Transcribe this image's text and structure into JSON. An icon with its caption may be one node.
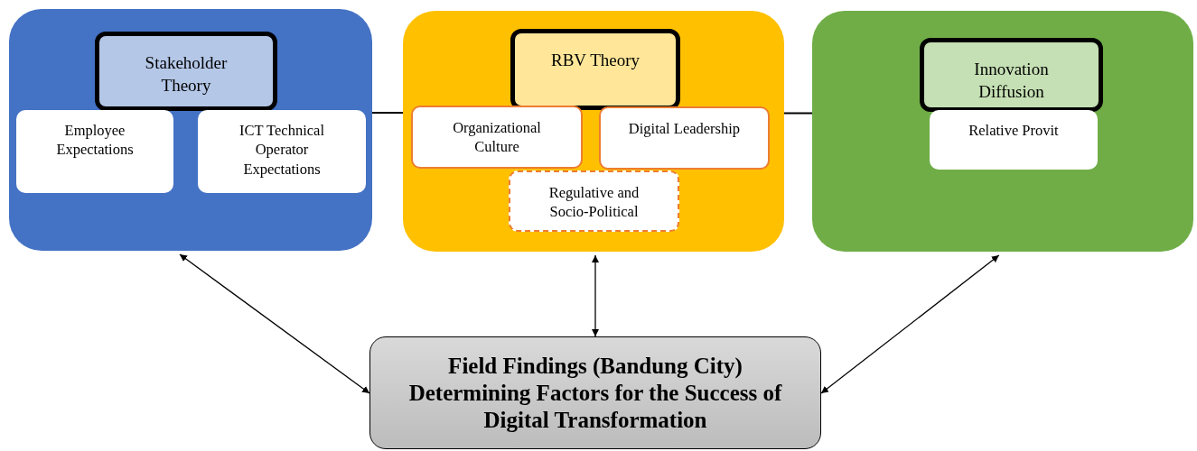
{
  "diagram": {
    "nodes": [
      {
        "text": [],
        "shape": "box"
      },
      {
        "text": [
          "Stakeholder Theory"
        ],
        "in": 0
      },
      {
        "text": [
          "Employee Expectations"
        ],
        "in": 0
      },
      {
        "text": [
          "ICT Technical Operator Expectations"
        ],
        "in": 0
      },
      {
        "text": [],
        "shape": "box"
      },
      {
        "text": [
          "RBV Theory"
        ],
        "in": 4
      },
      {
        "text": [
          "Organizational Culture"
        ],
        "in": 4
      },
      {
        "text": [
          "Digital Leadership"
        ],
        "in": 4
      },
      {
        "text": [
          "Regulative and Socio-Political"
        ],
        "in": 4
      },
      {
        "text": [],
        "shape": "box"
      },
      {
        "text": [
          "Innovation Diffusion"
        ],
        "in": 9
      },
      {
        "text": [
          "Relative Provit"
        ],
        "in": 9
      },
      {
        "text": [
          "Field Findings (Bandung City) Determining Factors for the Success of Digital Transformation"
        ]
      }
    ],
    "edges": [
      {
        "from": 0,
        "to": 4,
        "arrow": "none"
      },
      {
        "from": 4,
        "to": 9,
        "arrow": "none"
      },
      {
        "from": 0,
        "to": 12,
        "arrow": "both"
      },
      {
        "from": 4,
        "to": 12,
        "arrow": "both"
      },
      {
        "from": 9,
        "to": 12,
        "arrow": "both"
      }
    ]
  }
}
